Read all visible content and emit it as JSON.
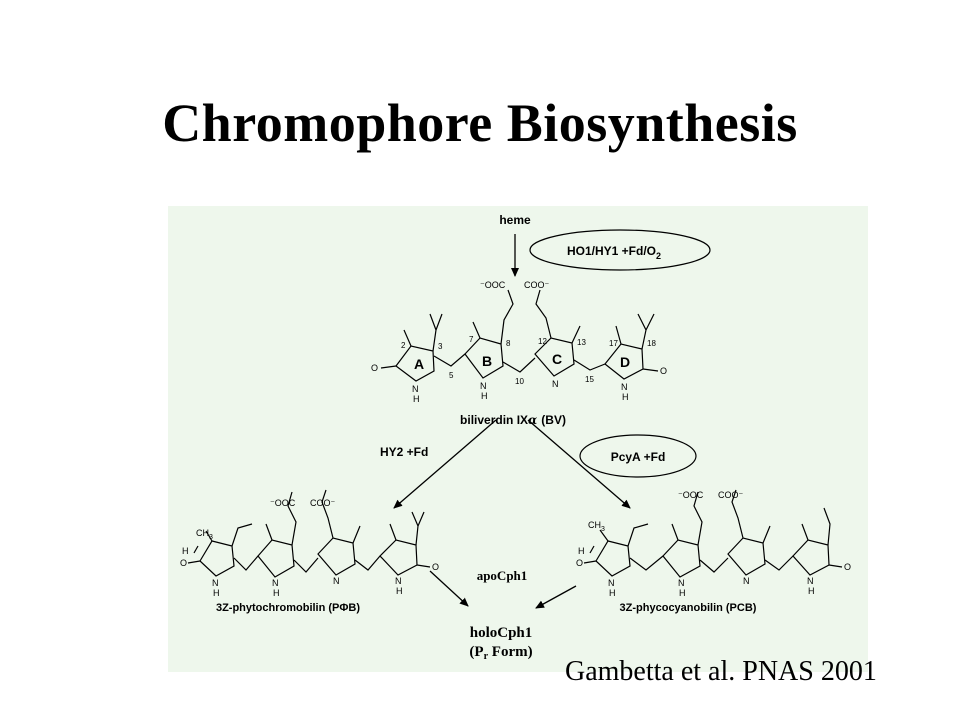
{
  "title": "Chromophore Biosynthesis",
  "citation": "Gambetta et al. PNAS 2001",
  "diagram": {
    "start": "heme",
    "enzyme_top": "HO1/HY1 +Fd/O",
    "enzyme_top_sub": "2",
    "bv_label": "biliverdin IX",
    "bv_alpha": "α",
    "bv_abbr": "(BV)",
    "carboxylates": [
      "⁻OOC",
      "COO⁻"
    ],
    "ring_labels": [
      "A",
      "B",
      "C",
      "D"
    ],
    "positions": [
      "2",
      "3",
      "5",
      "7",
      "8",
      "10",
      "12",
      "13",
      "15",
      "17",
      "18"
    ],
    "left_enzyme": "HY2 +Fd",
    "right_enzyme": "PcyA +Fd",
    "left_product": "3Z-phytochromobilin (PΦB)",
    "right_product": "3Z-phycocyanobilin (PCB)",
    "apo": "apoCph1",
    "holo_line1": "holoCph1",
    "holo_line2": "(P",
    "holo_line2_sub": "r",
    "holo_line2_end": " Form)",
    "atoms": {
      "oxygen": "O",
      "nitrogen": "N",
      "hydrogen": "H",
      "methyl": "CH",
      "methyl_sub": "3"
    }
  }
}
